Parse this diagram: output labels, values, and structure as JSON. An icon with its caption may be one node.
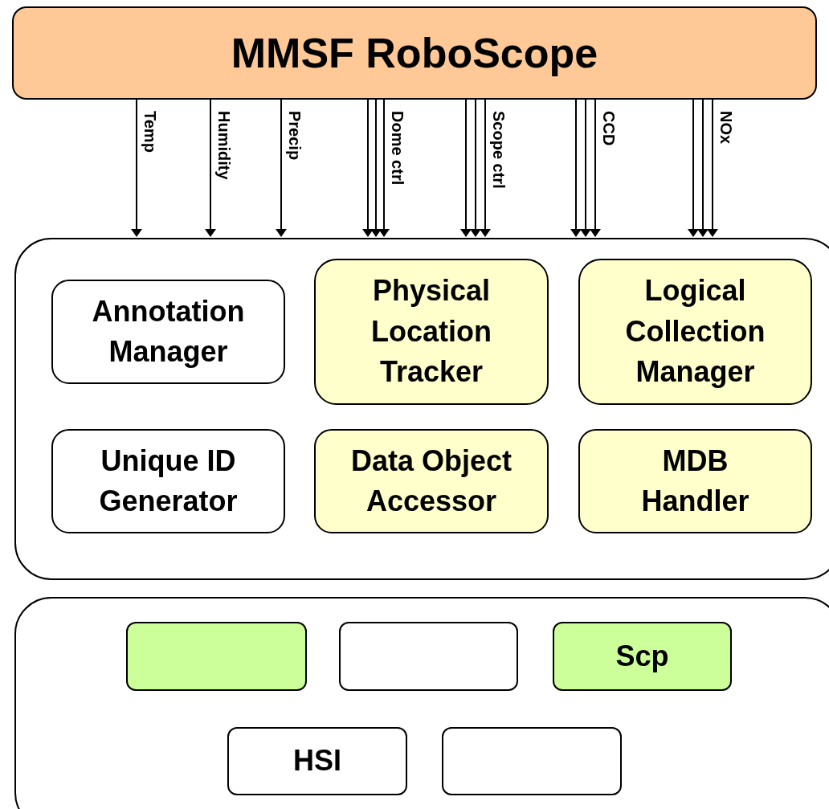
{
  "diagram": {
    "nodes": [
      {
        "text": [
          "MMSF RoboScope"
        ]
      },
      {
        "text": [],
        "shape": "box"
      },
      {
        "text": [
          "Annotation Manager"
        ],
        "in": 1
      },
      {
        "text": [
          "Physical Location Tracker"
        ],
        "in": 1
      },
      {
        "text": [
          "Logical Collection Manager"
        ],
        "in": 1
      },
      {
        "text": [
          "Unique ID Generator"
        ],
        "in": 1
      },
      {
        "text": [
          "Data Object Accessor"
        ],
        "in": 1
      },
      {
        "text": [
          "MDB Handler"
        ],
        "in": 1
      },
      {
        "text": [],
        "shape": "box"
      },
      {
        "text": [],
        "shape": "box",
        "in": 8
      },
      {
        "text": [],
        "shape": "box",
        "in": 8
      },
      {
        "text": [
          "Scp"
        ],
        "in": 8
      },
      {
        "text": [
          "HSI"
        ],
        "in": 8
      },
      {
        "text": [],
        "shape": "box",
        "in": 8
      }
    ],
    "edges": [
      {
        "from": 0,
        "to": 1,
        "arrow": "to",
        "label": "Temp"
      },
      {
        "from": 0,
        "to": 1,
        "arrow": "to",
        "label": "Humidity"
      },
      {
        "from": 0,
        "to": 1,
        "arrow": "to",
        "label": "Precip"
      },
      {
        "from": 0,
        "to": 1,
        "arrow": "to"
      },
      {
        "from": 0,
        "to": 1,
        "arrow": "to"
      },
      {
        "from": 0,
        "to": 1,
        "arrow": "to",
        "label": "Dome ctrl"
      },
      {
        "from": 0,
        "to": 1,
        "arrow": "to"
      },
      {
        "from": 0,
        "to": 1,
        "arrow": "to"
      },
      {
        "from": 0,
        "to": 1,
        "arrow": "to",
        "label": "Scope ctrl"
      },
      {
        "from": 0,
        "to": 1,
        "arrow": "to"
      },
      {
        "from": 0,
        "to": 1,
        "arrow": "to"
      },
      {
        "from": 0,
        "to": 1,
        "arrow": "to",
        "label": "CCD"
      },
      {
        "from": 0,
        "to": 1,
        "arrow": "to"
      },
      {
        "from": 0,
        "to": 1,
        "arrow": "to"
      },
      {
        "from": 0,
        "to": 1,
        "arrow": "to",
        "label": "NOx"
      }
    ]
  }
}
